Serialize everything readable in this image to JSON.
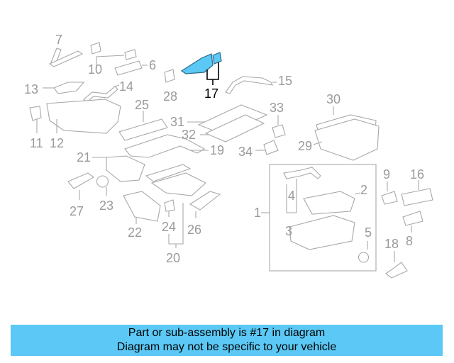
{
  "diagram": {
    "highlight_color": "#5bc8f5",
    "callouts": {
      "c1": "1",
      "c2": "2",
      "c3": "3",
      "c4": "4",
      "c5": "5",
      "c6": "6",
      "c7": "7",
      "c8": "8",
      "c9": "9",
      "c10": "10",
      "c11": "11",
      "c12": "12",
      "c13": "13",
      "c14": "14",
      "c15": "15",
      "c16": "16",
      "c17": "17",
      "c18": "18",
      "c19": "19",
      "c20": "20",
      "c21": "21",
      "c22": "22",
      "c23": "23",
      "c24": "24",
      "c25": "25",
      "c26": "26",
      "c27": "27",
      "c28": "28",
      "c29": "29",
      "c30": "30",
      "c31": "31",
      "c32": "32",
      "c33": "33",
      "c34": "34"
    }
  },
  "banner": {
    "line1": "Part or sub-assembly is #17 in diagram",
    "line2": "Diagram may not be specific to your vehicle",
    "color": "#5bc8f5"
  }
}
